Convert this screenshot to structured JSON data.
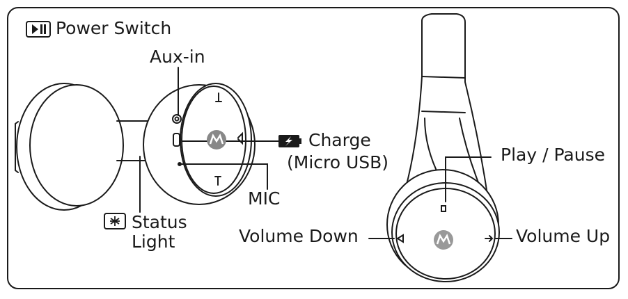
{
  "labels": {
    "power_switch": "Power Switch",
    "aux_in": "Aux-in",
    "charge": "Charge",
    "micro_usb": "(Micro USB)",
    "mic": "MIC",
    "status": "Status",
    "light": "Light",
    "play_pause": "Play / Pause",
    "volume_down": "Volume Down",
    "volume_up": "Volume Up"
  },
  "icons": {
    "power": "play-pause-icon",
    "status": "asterisk-icon",
    "charge": "battery-bolt-icon",
    "brand": "motorola-logo-icon"
  }
}
